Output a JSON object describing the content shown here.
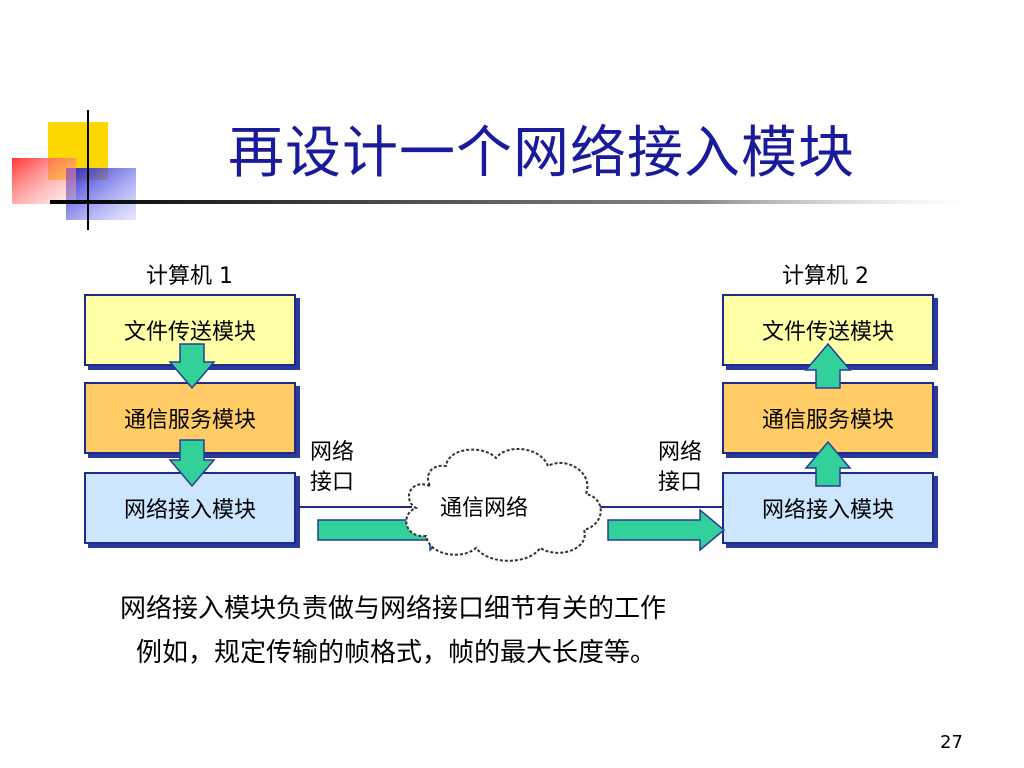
{
  "slide": {
    "title": "再设计一个网络接入模块",
    "page_number": "27"
  },
  "diagram": {
    "computer1": {
      "label": "计算机 1",
      "modules": [
        "文件传送模块",
        "通信服务模块",
        "网络接入模块"
      ]
    },
    "computer2": {
      "label": "计算机 2",
      "modules": [
        "文件传送模块",
        "通信服务模块",
        "网络接入模块"
      ]
    },
    "interface_label_line1": "网络",
    "interface_label_line2": "接口",
    "network_label": "通信网络"
  },
  "description": {
    "line1": "网络接入模块负责做与网络接口细节有关的工作",
    "line2": "例如，规定传输的帧格式，帧的最大长度等。"
  },
  "colors": {
    "title": "#1a1a9c",
    "box_yellow": "#ffffa6",
    "box_orange": "#ffcc66",
    "box_blue": "#cce6ff",
    "arrow_green": "#33d19a",
    "deco_yellow": "#ffd700",
    "deco_blue": "#3333cc",
    "deco_red": "#ff4d4d"
  }
}
